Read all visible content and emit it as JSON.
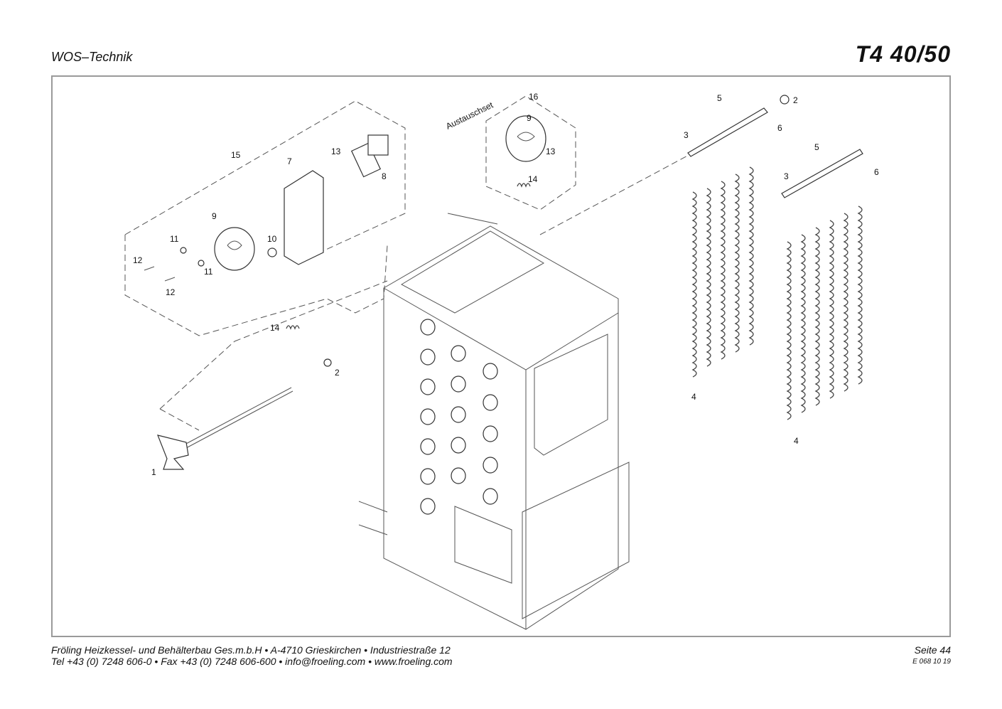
{
  "header": {
    "section": "WOS–Technik",
    "model": "T4 40/50"
  },
  "diagram": {
    "kit_label": "Austauschset",
    "callouts": {
      "c1": "1",
      "c2a": "2",
      "c2b": "2",
      "c3a": "3",
      "c3b": "3",
      "c4a": "4",
      "c4b": "4",
      "c5a": "5",
      "c5b": "5",
      "c6a": "6",
      "c6b": "6",
      "c7": "7",
      "c8": "8",
      "c9a": "9",
      "c9b": "9",
      "c10": "10",
      "c11a": "11",
      "c11b": "11",
      "c12a": "12",
      "c12b": "12",
      "c13a": "13",
      "c13b": "13",
      "c14a": "14",
      "c14b": "14",
      "c15": "15",
      "c16": "16"
    }
  },
  "footer": {
    "line1": "Fröling Heizkessel- und Behälterbau Ges.m.b.H   •  A-4710 Grieskirchen   •   Industriestraße 12",
    "line2": "Tel +43 (0) 7248 606-0   •   Fax +43 (0) 7248 606-600   •   info@froeling.com   •   www.froeling.com",
    "page": "Seite 44",
    "doc_code": "E 068 10 19"
  }
}
